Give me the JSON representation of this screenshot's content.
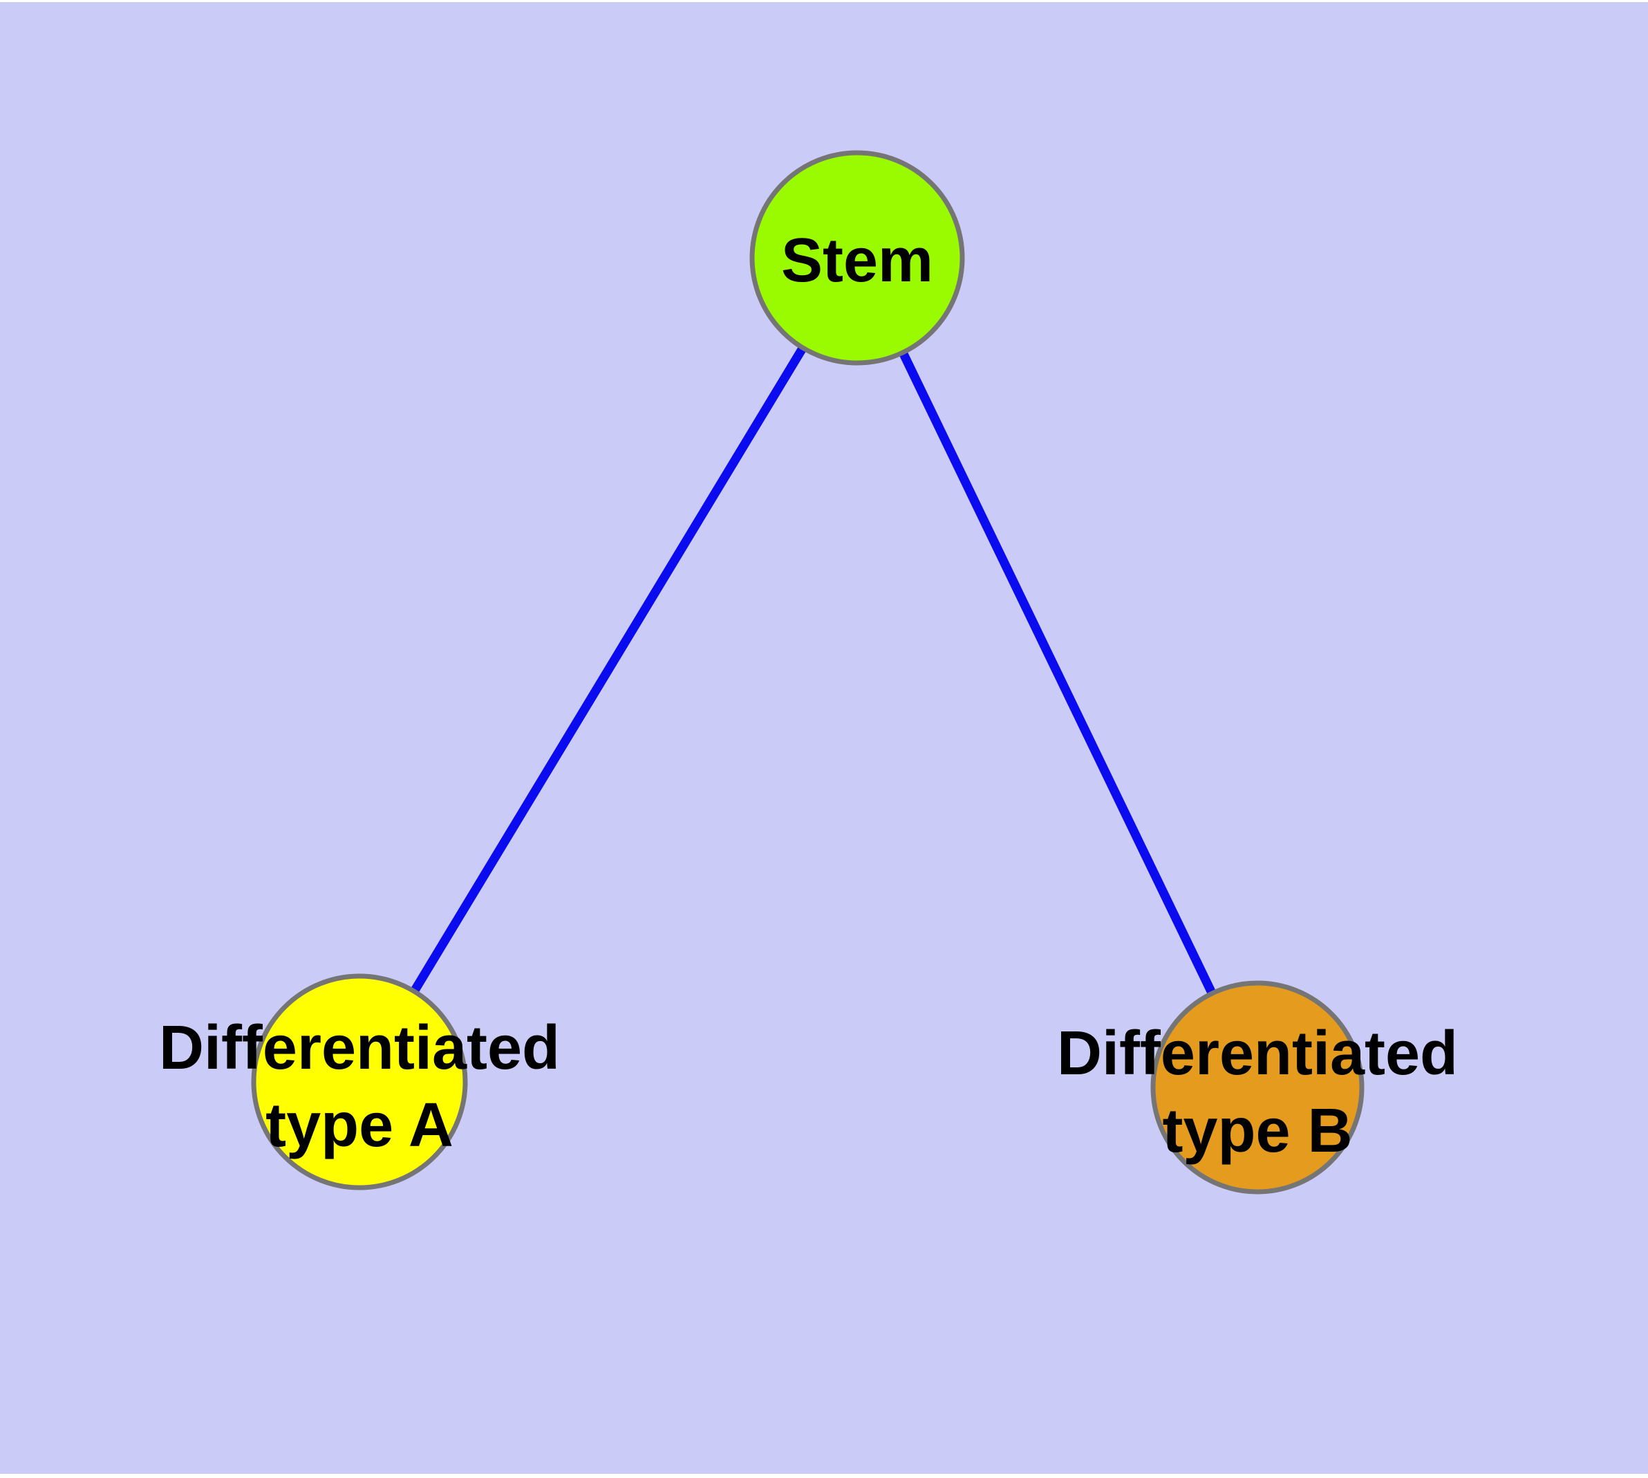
{
  "diagram": {
    "description": "Stem cell differentiation graph",
    "nodes": [
      {
        "id": "stem",
        "label": "Stem",
        "fill": "#9afb00"
      },
      {
        "id": "diff_a",
        "label_line1": "Differentiated",
        "label_line2": "type A",
        "fill": "#ffff00"
      },
      {
        "id": "diff_b",
        "label_line1": "Differentiated",
        "label_line2": "type B",
        "fill": "#e49b1e"
      }
    ],
    "edges": [
      {
        "from": "stem",
        "to": "diff_a"
      },
      {
        "from": "stem",
        "to": "diff_b"
      }
    ],
    "colors": {
      "background": "#cbcbf8",
      "page_margin": "#ffffff",
      "node_border": "#757575",
      "edge": "#0b0bf0",
      "text": "#000000"
    }
  }
}
